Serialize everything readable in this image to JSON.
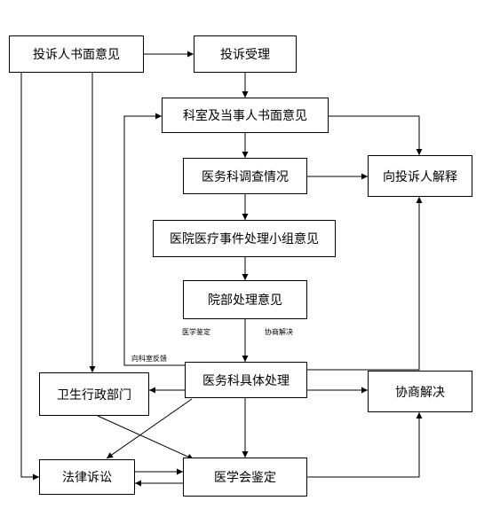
{
  "nodes": {
    "written_complaint": "投诉人书面意见",
    "complaint_accepted": "投诉受理",
    "dept_parties_opinion": "科室及当事人书面意见",
    "medical_affairs_investigation": "医务科调查情况",
    "explain_to_complainant": "向投诉人解释",
    "incident_team_opinion": "医院医疗事件处理小组意见",
    "hospital_opinion": "院部处理意见",
    "medical_affairs_handling": "医务科具体处理",
    "health_admin_dept": "卫生行政部门",
    "negotiated_settlement": "协商解决",
    "legal_action": "法律诉讼",
    "medical_association_appraisal": "医学会鉴定"
  },
  "labels": {
    "medical_appraisal": "医学鉴定",
    "negotiation": "协商解决",
    "feedback_to_dept": "向科室反馈"
  },
  "colors": {
    "stroke": "#000000",
    "fill": "#ffffff"
  }
}
